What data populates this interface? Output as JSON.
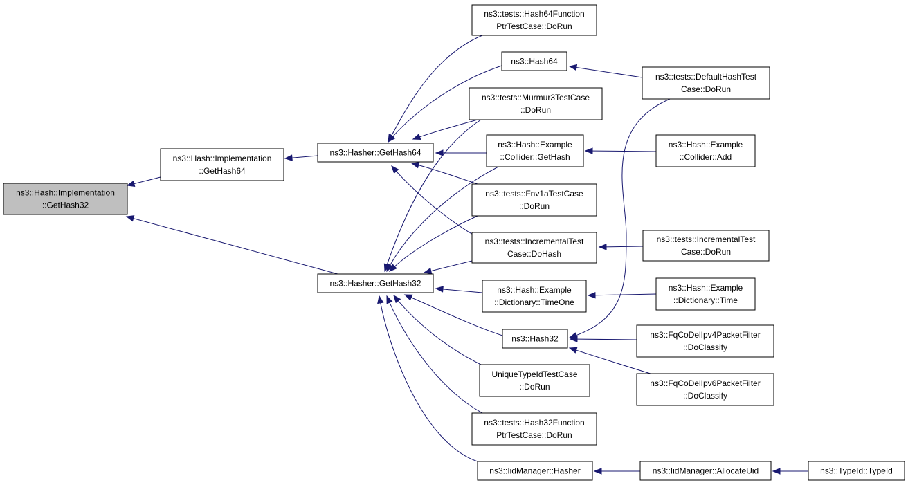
{
  "nodes": [
    {
      "id": "root",
      "lines": [
        "ns3::Hash::Implementation",
        "::GetHash32"
      ],
      "highlighted": true
    },
    {
      "id": "impl64",
      "lines": [
        "ns3::Hash::Implementation",
        "::GetHash64"
      ]
    },
    {
      "id": "gethash64",
      "lines": [
        "ns3::Hasher::GetHash64"
      ]
    },
    {
      "id": "gethash32",
      "lines": [
        "ns3::Hasher::GetHash32"
      ]
    },
    {
      "id": "hash64fptr",
      "lines": [
        "ns3::tests::Hash64Function",
        "PtrTestCase::DoRun"
      ]
    },
    {
      "id": "hash64",
      "lines": [
        "ns3::Hash64"
      ]
    },
    {
      "id": "murmur3",
      "lines": [
        "ns3::tests::Murmur3TestCase",
        "::DoRun"
      ]
    },
    {
      "id": "collider_gethash",
      "lines": [
        "ns3::Hash::Example",
        "::Collider::GetHash"
      ]
    },
    {
      "id": "fnv1a",
      "lines": [
        "ns3::tests::Fnv1aTestCase",
        "::DoRun"
      ]
    },
    {
      "id": "incr_dohash",
      "lines": [
        "ns3::tests::IncrementalTest",
        "Case::DoHash"
      ]
    },
    {
      "id": "dict_timeone",
      "lines": [
        "ns3::Hash::Example",
        "::Dictionary::TimeOne"
      ]
    },
    {
      "id": "hash32",
      "lines": [
        "ns3::Hash32"
      ]
    },
    {
      "id": "uniquetypeid",
      "lines": [
        "UniqueTypeIdTestCase",
        "::DoRun"
      ]
    },
    {
      "id": "hash32fptr",
      "lines": [
        "ns3::tests::Hash32Function",
        "PtrTestCase::DoRun"
      ]
    },
    {
      "id": "iidhasher",
      "lines": [
        "ns3::IidManager::Hasher"
      ]
    },
    {
      "id": "defaulthash",
      "lines": [
        "ns3::tests::DefaultHashTest",
        "Case::DoRun"
      ]
    },
    {
      "id": "collider_add",
      "lines": [
        "ns3::Hash::Example",
        "::Collider::Add"
      ]
    },
    {
      "id": "incr_dorun",
      "lines": [
        "ns3::tests::IncrementalTest",
        "Case::DoRun"
      ]
    },
    {
      "id": "dict_time",
      "lines": [
        "ns3::Hash::Example",
        "::Dictionary::Time"
      ]
    },
    {
      "id": "fqv4",
      "lines": [
        "ns3::FqCoDelIpv4PacketFilter",
        "::DoClassify"
      ]
    },
    {
      "id": "fqv6",
      "lines": [
        "ns3::FqCoDelIpv6PacketFilter",
        "::DoClassify"
      ]
    },
    {
      "id": "allocuid",
      "lines": [
        "ns3::IidManager::AllocateUid"
      ]
    },
    {
      "id": "typeid",
      "lines": [
        "ns3::TypeId::TypeId"
      ]
    }
  ],
  "edges": [
    {
      "from": "impl64",
      "to": "root"
    },
    {
      "from": "gethash32",
      "to": "root"
    },
    {
      "from": "gethash64",
      "to": "impl64"
    },
    {
      "from": "hash64fptr",
      "to": "gethash64"
    },
    {
      "from": "hash64",
      "to": "gethash64"
    },
    {
      "from": "murmur3",
      "to": "gethash64"
    },
    {
      "from": "collider_gethash",
      "to": "gethash64"
    },
    {
      "from": "fnv1a",
      "to": "gethash64"
    },
    {
      "from": "incr_dohash",
      "to": "gethash64"
    },
    {
      "from": "murmur3",
      "to": "gethash32"
    },
    {
      "from": "collider_gethash",
      "to": "gethash32"
    },
    {
      "from": "fnv1a",
      "to": "gethash32"
    },
    {
      "from": "incr_dohash",
      "to": "gethash32"
    },
    {
      "from": "dict_timeone",
      "to": "gethash32"
    },
    {
      "from": "hash32",
      "to": "gethash32"
    },
    {
      "from": "uniquetypeid",
      "to": "gethash32"
    },
    {
      "from": "hash32fptr",
      "to": "gethash32"
    },
    {
      "from": "iidhasher",
      "to": "gethash32"
    },
    {
      "from": "defaulthash",
      "to": "hash64"
    },
    {
      "from": "defaulthash",
      "to": "hash32"
    },
    {
      "from": "collider_add",
      "to": "collider_gethash"
    },
    {
      "from": "incr_dorun",
      "to": "incr_dohash"
    },
    {
      "from": "dict_time",
      "to": "dict_timeone"
    },
    {
      "from": "fqv4",
      "to": "hash32"
    },
    {
      "from": "fqv6",
      "to": "hash32"
    },
    {
      "from": "allocuid",
      "to": "iidhasher"
    },
    {
      "from": "typeid",
      "to": "allocuid"
    }
  ],
  "colors": {
    "edge": "#191970",
    "highlight_fill": "#bfbfbf",
    "node_border": "#000000"
  }
}
